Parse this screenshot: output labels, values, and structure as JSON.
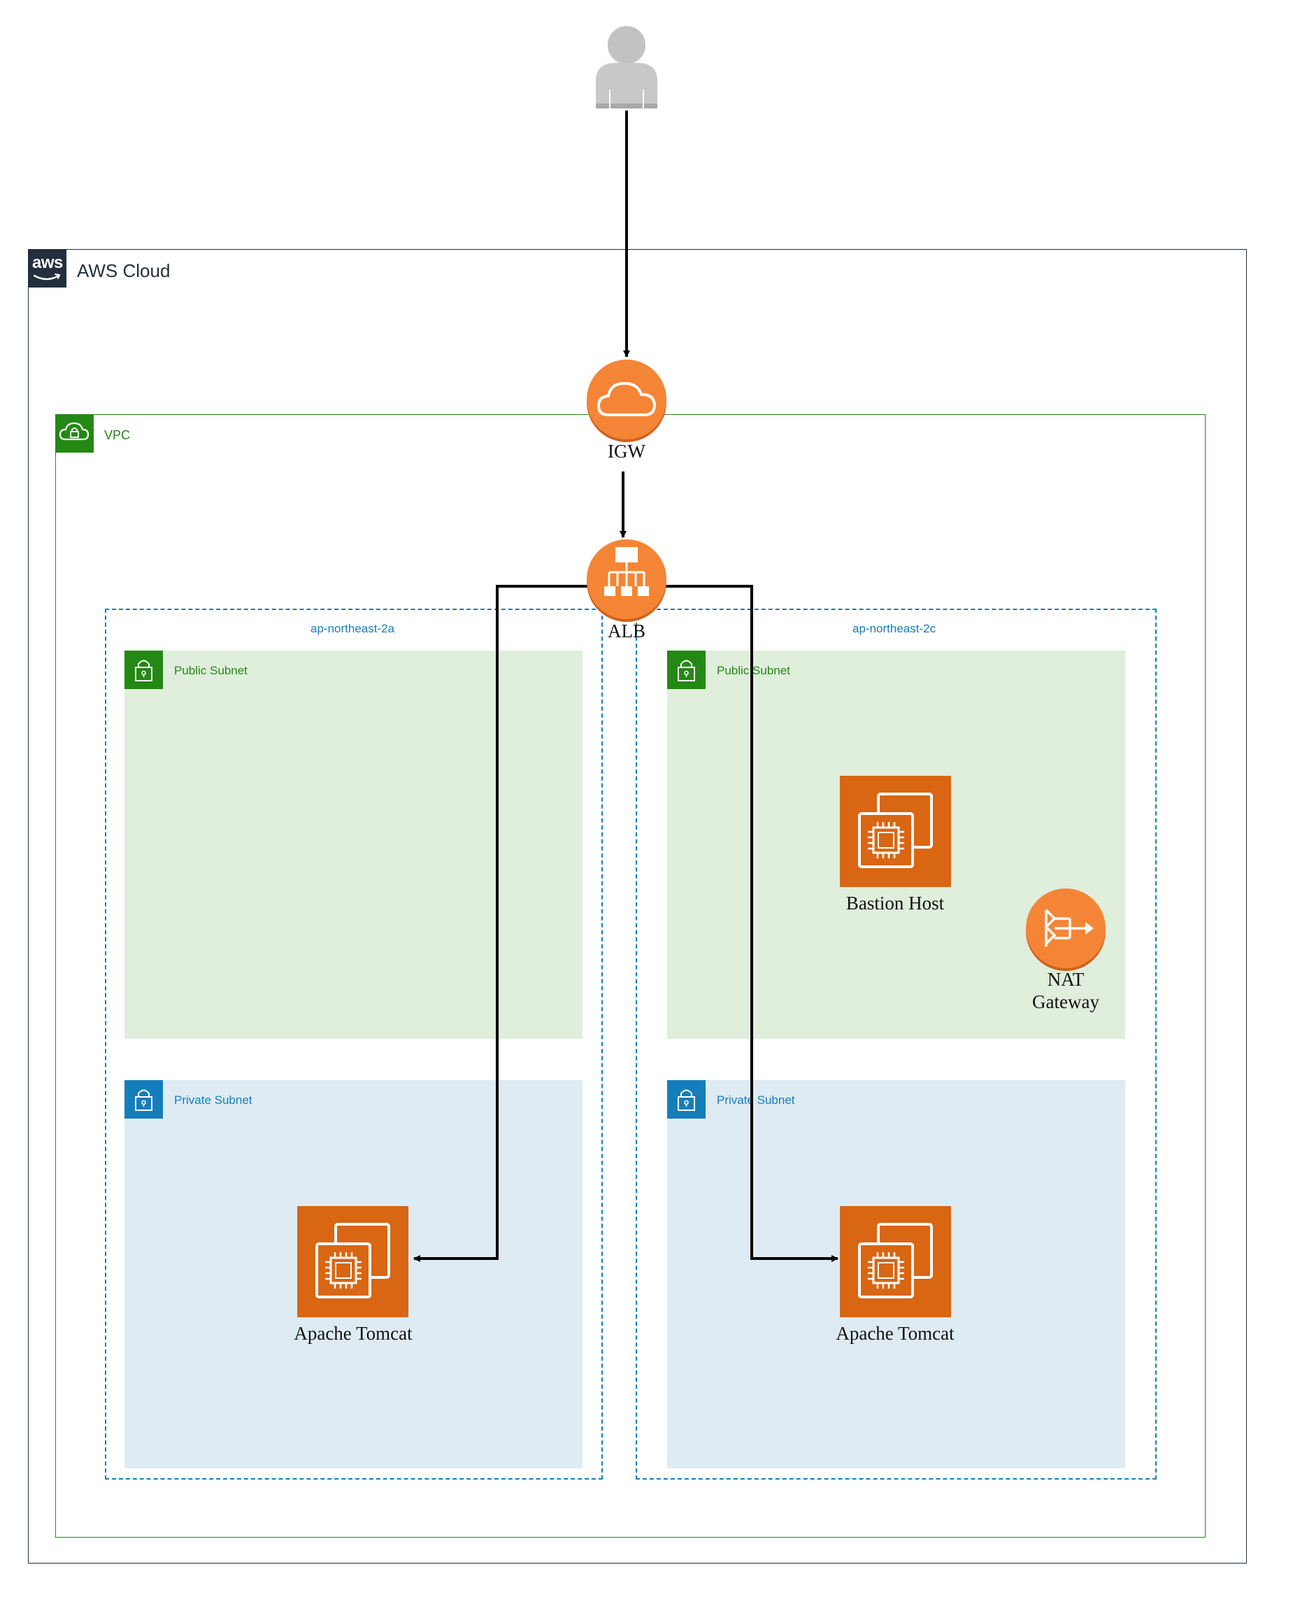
{
  "aws_cloud": {
    "title": "AWS Cloud",
    "logo_text": "aws"
  },
  "vpc": {
    "title": "VPC"
  },
  "azs": [
    {
      "name": "ap-northeast-2a"
    },
    {
      "name": "ap-northeast-2c"
    }
  ],
  "subnets": {
    "public_a": "Public Subnet",
    "private_a": "Private Subnet",
    "public_c": "Public Subnet",
    "private_c": "Private Subnet"
  },
  "nodes": {
    "igw": "IGW",
    "alb": "ALB",
    "bastion": "Bastion Host",
    "nat_line1": "NAT",
    "nat_line2": "Gateway",
    "tomcat_a": "Apache Tomcat",
    "tomcat_c": "Apache Tomcat"
  },
  "colors": {
    "cloud_border": "#232f3e",
    "vpc_green": "#248814",
    "az_blue": "#147eba",
    "public_fill": "#e0eedc",
    "private_fill": "#deebf3",
    "private_blue": "#147eba",
    "ec2_orange": "#d86613",
    "service_orange": "#f58536"
  },
  "icons": {
    "user": "user-icon",
    "aws_logo": "aws-logo-icon",
    "vpc": "vpc-cloud-lock-icon",
    "igw": "internet-gateway-icon",
    "alb": "load-balancer-icon",
    "ec2": "ec2-instance-icon",
    "nat": "nat-gateway-icon",
    "lock": "lock-icon"
  }
}
